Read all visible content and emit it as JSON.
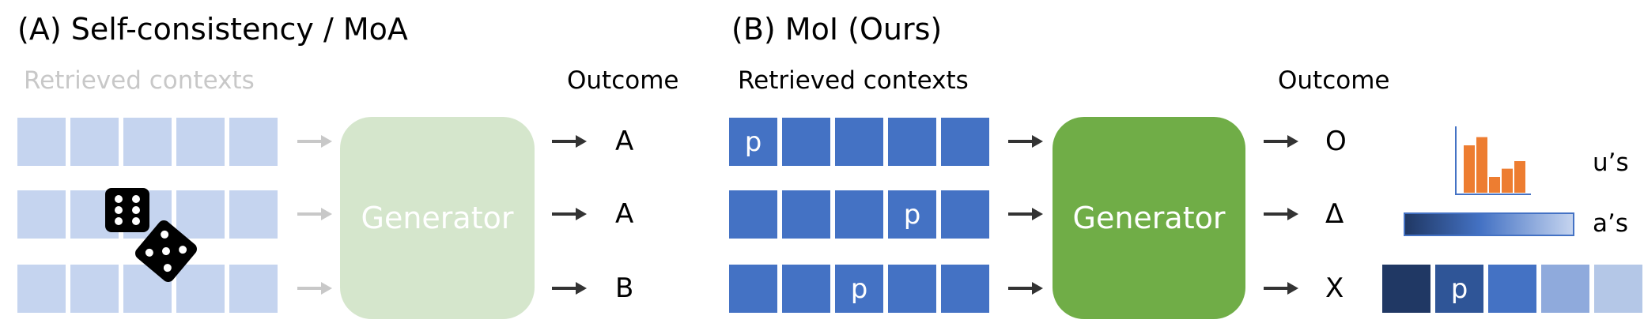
{
  "panel_a": {
    "title": "(A) Self-consistency / MoA",
    "contexts_label": "Retrieved contexts",
    "outcome_label": "Outcome",
    "generator_label": "Generator",
    "outcomes": [
      "A",
      "A",
      "B"
    ]
  },
  "panel_b": {
    "title": "(B) MoI (Ours)",
    "contexts_label": "Retrieved contexts",
    "outcome_label": "Outcome",
    "generator_label": "Generator",
    "outcomes": [
      "O",
      "Δ",
      "X"
    ],
    "rows_p_position": [
      0,
      3,
      2
    ],
    "p_marker": "p",
    "u_label": "u’s",
    "a_label": "a’s",
    "u_histogram_values": [
      0.75,
      0.88,
      0.25,
      0.38,
      0.5
    ],
    "final_p_position": 1
  },
  "colors": {
    "light_cell": "#c5d4ef",
    "blue_cell": "#4472c4",
    "generator_light": "#d5e6cc",
    "generator_dark": "#70ad47",
    "histogram_bar": "#ed7d31",
    "dark_navy": "#203864"
  }
}
